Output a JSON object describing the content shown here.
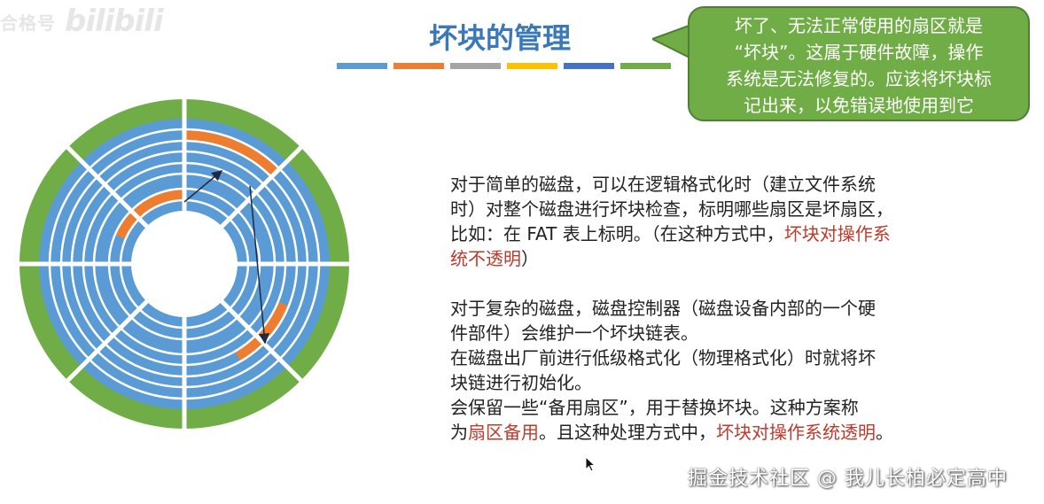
{
  "logo": {
    "cn": "合格号",
    "brand": "bilibili"
  },
  "slide": {
    "title": "坏块的管理",
    "title_bar_colors": [
      "#5b9bd5",
      "#ed7d31",
      "#a5a5a5",
      "#ffc000",
      "#4472c4",
      "#70ad47"
    ]
  },
  "callout": {
    "lines": [
      "坏了、无法正常使用的扇区就是",
      "“坏块”。这属于硬件故障，操作",
      "系统是无法修复的。应该将坏块标",
      "记出来，以免错误地使用到它"
    ]
  },
  "para1": {
    "l1": "对于简单的磁盘，可以在逻辑格式化时（建立文件系统",
    "l2": "时）对整个磁盘进行坏块检查，标明哪些扇区是坏扇区，",
    "l3a": "比如：在 FAT 表上标明。（在这种方式中，",
    "l3b": "坏块对操作系",
    "l4a": "统不透明",
    "l4b": "）"
  },
  "para2": {
    "l1": "对于复杂的磁盘，磁盘控制器（磁盘设备内部的一个硬",
    "l2": "件部件）会维护一个坏块链表。",
    "l3": "在磁盘出厂前进行低级格式化（物理格式化）时就将坏",
    "l4": "块链进行初始化。",
    "l5": "会保留一些“备用扇区”，用于替换坏块。这种方案称",
    "l6a": "为",
    "l6b": "扇区备用",
    "l6c": "。且这种处理方式中，",
    "l6d": "坏块对操作系统透明",
    "l6e": "。"
  },
  "watermark": {
    "text": "掘金技术社区 @ 我儿长柏必定高中"
  },
  "disk": {
    "outer_ring_color": "#70ad47",
    "track_color": "#5b9bd5",
    "bad_sector_color": "#ed7d31",
    "separator_color": "#ffffff",
    "arrow_color": "#1f2a44"
  }
}
